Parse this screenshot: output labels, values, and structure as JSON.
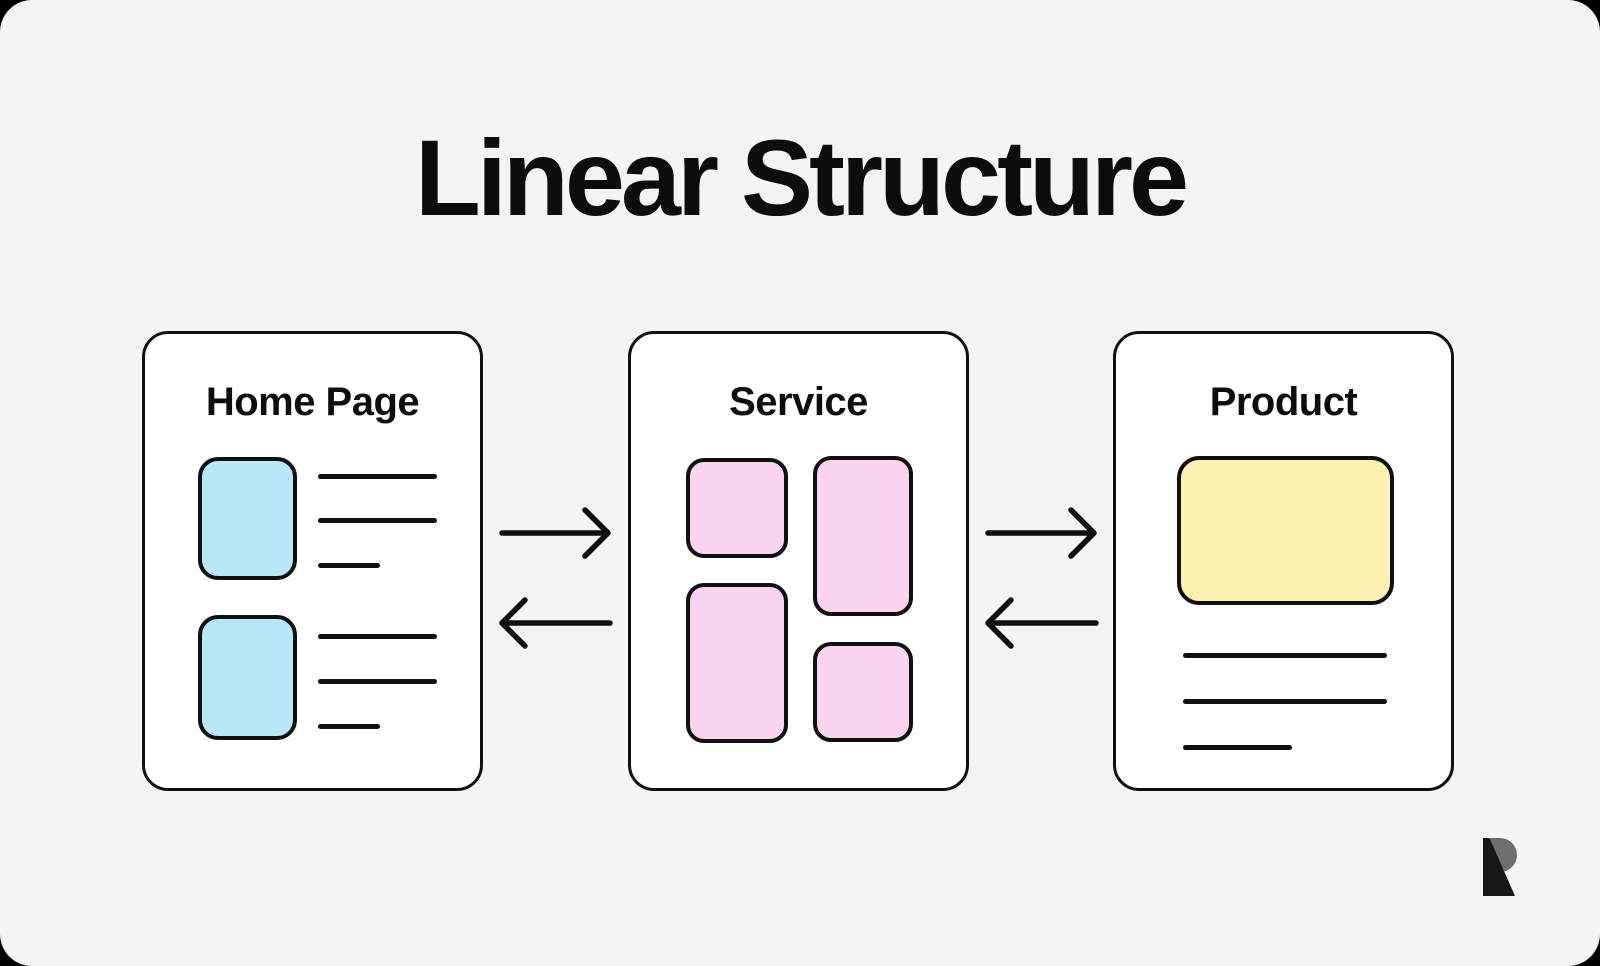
{
  "title": "Linear Structure",
  "diagram": {
    "nodes": [
      {
        "id": "home-page",
        "label": "Home Page",
        "accent_color": "#b8e7f8",
        "placeholder_layout": "2 image blocks, each with 3 text lines"
      },
      {
        "id": "service",
        "label": "Service",
        "accent_color": "#f9d3ef",
        "placeholder_layout": "4 content blocks in 2 columns"
      },
      {
        "id": "product",
        "label": "Product",
        "accent_color": "#fdf2b1",
        "placeholder_layout": "1 hero block with 3 text lines"
      }
    ],
    "connections": [
      {
        "from": "Home Page",
        "to": "Service",
        "bidirectional": true
      },
      {
        "from": "Service",
        "to": "Product",
        "bidirectional": true
      }
    ]
  },
  "icons": {
    "forward_arrow": "→",
    "back_arrow": "←",
    "brand_logo": "r-mark"
  },
  "colors": {
    "background": "#f2f4f5",
    "card_background": "#ffffff",
    "stroke": "#101010",
    "blue": "#b8e7f8",
    "pink": "#f9d3ef",
    "yellow": "#fdf2b1",
    "logo_gray": "#6e6e6e",
    "logo_black": "#15181b"
  }
}
